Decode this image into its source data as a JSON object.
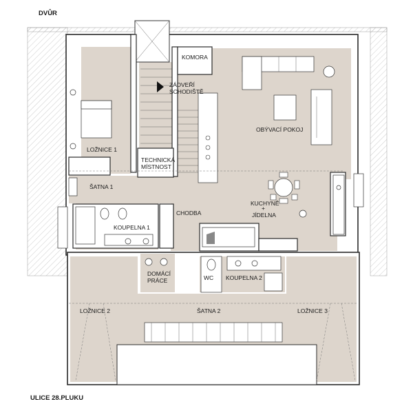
{
  "labels": {
    "top": "DVŮR",
    "bottom": "ULICE 28.PLUKU"
  },
  "rooms": {
    "loznice1": "LOŽNICE 1",
    "satna1": "ŠATNA 1",
    "koupelna1": "KOUPELNA 1",
    "komora": "KOMORA",
    "zadni_schodiste_1": "ZÁDVEŘÍ",
    "zadni_schodiste_2": "SCHODIŠTĚ",
    "technicka_1": "TECHNICKÁ",
    "technicka_2": "MÍSTNOST",
    "obyvaci_pokoj": "OBÝVACÍ POKOJ",
    "kuchyne": "KUCHYNĚ",
    "plus": "+",
    "jidelna": "JÍDELNA",
    "chodba": "CHODBA",
    "domaci_prace_1": "DOMÁCÍ",
    "domaci_prace_2": "PRÁCE",
    "wc": "WC",
    "koupelna2": "KOUPELNA 2",
    "loznice2": "LOŽNICE 2",
    "satna2": "ŠATNA 2",
    "loznice3": "LOŽNICE 3"
  },
  "colors": {
    "floor": "#ddd5cc",
    "wall": "#ffffff",
    "outline": "#2a2a2a"
  }
}
